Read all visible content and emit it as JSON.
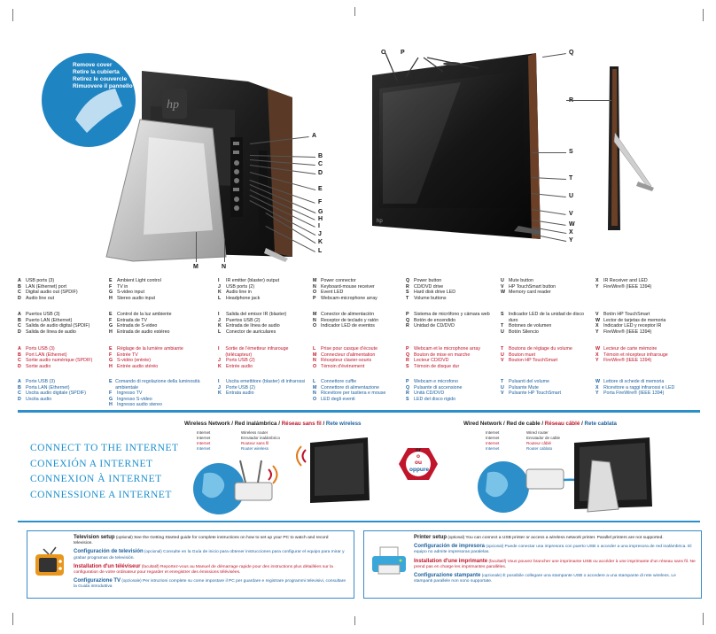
{
  "cover_banner": [
    "Remove cover",
    "Retire la cubierta",
    "Retirez le couvercle",
    "Rimuovere il pannello"
  ],
  "left_callouts": [
    "A",
    "B",
    "C",
    "D",
    "E",
    "F",
    "G",
    "H",
    "I",
    "J",
    "K",
    "L"
  ],
  "bottom_callouts": [
    "M",
    "N"
  ],
  "right_callouts": [
    "O",
    "P",
    "Q",
    "R",
    "S",
    "T",
    "U",
    "V",
    "W",
    "X",
    "Y"
  ],
  "legend": {
    "english": [
      [
        [
          "A",
          "USB ports (3)"
        ],
        [
          "B",
          "LAN (Ethernet) port"
        ],
        [
          "C",
          "Digital audio out (SPDIF)"
        ],
        [
          "D",
          "Audio line out"
        ]
      ],
      [
        [
          "E",
          "Ambient Light control"
        ],
        [
          "F",
          "TV in"
        ],
        [
          "G",
          "S-video input"
        ],
        [
          "H",
          "Stereo audio input"
        ]
      ],
      [
        [
          "I",
          "IR emitter (blaster) output"
        ],
        [
          "J",
          "USB ports (2)"
        ],
        [
          "K",
          "Audio line in"
        ],
        [
          "L",
          "Headphone jack"
        ]
      ],
      [
        [
          "M",
          "Power connector"
        ],
        [
          "N",
          "Keyboard-mouse receiver"
        ],
        [
          "O",
          "Event LED"
        ],
        [
          "P",
          "Webcam-microphone array"
        ]
      ],
      [
        [
          "Q",
          "Power button"
        ],
        [
          "R",
          "CD/DVD drive"
        ],
        [
          "S",
          "Hard disk drive LED"
        ],
        [
          "T",
          "Volume buttons"
        ]
      ],
      [
        [
          "U",
          "Mute button"
        ],
        [
          "V",
          "HP TouchSmart button"
        ],
        [
          "W",
          "Memory card reader"
        ]
      ],
      [
        [
          "X",
          "IR Receiver and LED"
        ],
        [
          "Y",
          "FireWire® (IEEE 1394)"
        ]
      ]
    ],
    "spanish": [
      [
        [
          "A",
          "Puertos USB (3)"
        ],
        [
          "B",
          "Puerto LAN (Ethernet)"
        ],
        [
          "C",
          "Salida de audio digital (SPDIF)"
        ],
        [
          "D",
          "Salida de línea de audio"
        ]
      ],
      [
        [
          "E",
          "Control de la luz ambiente"
        ],
        [
          "F",
          "Entrada de TV"
        ],
        [
          "G",
          "Entrada de S-video"
        ],
        [
          "H",
          "Entrada de audio estéreo"
        ]
      ],
      [
        [
          "I",
          "Salida del emisor IR (blaster)"
        ],
        [
          "J",
          "Puertos USB (2)"
        ],
        [
          "K",
          "Entrada de línea de audio"
        ],
        [
          "L",
          "Conector de auriculares"
        ]
      ],
      [
        [
          "M",
          "Conector de alimentación"
        ],
        [
          "N",
          "Receptor de teclado y ratón"
        ],
        [
          "O",
          "Indicador LED de eventos"
        ]
      ],
      [
        [
          "P",
          "Sistema de micrófono y cámara web"
        ],
        [
          "Q",
          "Botón de encendido"
        ],
        [
          "R",
          "Unidad de CD/DVD"
        ]
      ],
      [
        [
          "S",
          "Indicador LED de la unidad de disco duro"
        ],
        [
          "T",
          "Botones de volumen"
        ],
        [
          "U",
          "Botón Silencio"
        ]
      ],
      [
        [
          "V",
          "Botón HP TouchSmart"
        ],
        [
          "W",
          "Lector de tarjetas de memoria"
        ],
        [
          "X",
          "Indicador LED y receptor IR"
        ],
        [
          "Y",
          "FireWire® (IEEE 1394)"
        ]
      ]
    ],
    "french": [
      [
        [
          "A",
          "Ports USB (3)"
        ],
        [
          "B",
          "Port LAN (Ethernet)"
        ],
        [
          "C",
          "Sortie audio numérique (SPDIF)"
        ],
        [
          "D",
          "Sortie audio"
        ]
      ],
      [
        [
          "E",
          "Réglage de la lumière ambiante"
        ],
        [
          "F",
          "Entrée TV"
        ],
        [
          "G",
          "S-vidéo (entrée)"
        ],
        [
          "H",
          "Entrée audio stéréo"
        ]
      ],
      [
        [
          "I",
          "Sortie de l'émetteur infrarouge (télécapteur)"
        ],
        [
          "J",
          "Ports USB (2)"
        ],
        [
          "K",
          "Entrée audio"
        ]
      ],
      [
        [
          "L",
          "Prise pour casque d'écoute"
        ],
        [
          "M",
          "Connecteur d'alimentation"
        ],
        [
          "N",
          "Récepteur clavier-souris"
        ],
        [
          "O",
          "Témoin d'événement"
        ]
      ],
      [
        [
          "P",
          "Webcam et le microphone array"
        ],
        [
          "Q",
          "Bouton de mise en marche"
        ],
        [
          "R",
          "Lecteur CD/DVD"
        ],
        [
          "S",
          "Témoin de disque dur"
        ]
      ],
      [
        [
          "T",
          "Boutons de réglage du volume"
        ],
        [
          "U",
          "Bouton muet"
        ],
        [
          "V",
          "Bouton HP TouchSmart"
        ]
      ],
      [
        [
          "W",
          "Lecteur de carte mémoire"
        ],
        [
          "X",
          "Témoin et récepteur infrarouge"
        ],
        [
          "Y",
          "FireWire® (IEEE 1394)"
        ]
      ]
    ],
    "italian": [
      [
        [
          "A",
          "Porte USB (3)"
        ],
        [
          "B",
          "Porta LAN (Ethernet)"
        ],
        [
          "C",
          "Uscita audio digitale (SPDIF)"
        ],
        [
          "D",
          "Uscita audio"
        ]
      ],
      [
        [
          "E",
          "Comando di regolazione della luminosità ambientale"
        ],
        [
          "F",
          "Ingresso TV"
        ],
        [
          "G",
          "Ingresso S-video"
        ],
        [
          "H",
          "Ingresso audio stereo"
        ]
      ],
      [
        [
          "I",
          "Uscita emettitore (blaster) di infrarossi"
        ],
        [
          "J",
          "Porte USB (2)"
        ],
        [
          "K",
          "Entrata audio"
        ]
      ],
      [
        [
          "L",
          "Connettore cuffie"
        ],
        [
          "M",
          "Connettore di alimentazione"
        ],
        [
          "N",
          "Ricevitore per tastiera e mouse"
        ],
        [
          "O",
          "LED degli eventi"
        ]
      ],
      [
        [
          "P",
          "Webcam e microfono"
        ],
        [
          "Q",
          "Pulsante di accensione"
        ],
        [
          "R",
          "Unità CD/DVD"
        ],
        [
          "S",
          "LED del disco rigido"
        ]
      ],
      [
        [
          "T",
          "Pulsanti del volume"
        ],
        [
          "U",
          "Pulsante Mute"
        ],
        [
          "V",
          "Pulsante HP TouchSmart"
        ]
      ],
      [
        [
          "W",
          "Lettore di schede di memoria"
        ],
        [
          "X",
          "Ricevitore a raggi infrarossi e LED"
        ],
        [
          "Y",
          "Porta FireWire® (IEEE 1394)"
        ]
      ]
    ]
  },
  "connect_title": [
    "CONNECT TO THE INTERNET",
    "CONEXIÓN A INTERNET",
    "CONNEXION À INTERNET",
    "CONNESSIONE A INTERNET"
  ],
  "wireless": {
    "heading": [
      "Wireless Network",
      "Red inalámbrica",
      "Réseau sans fil",
      "Rete wireless"
    ],
    "col1": [
      "Internet",
      "Internet",
      "Internet",
      "Internet"
    ],
    "col2": [
      "Wireless router",
      "Enrutador inalámbrico",
      "Routeur sans fil",
      "Router wireless"
    ]
  },
  "wired": {
    "heading": [
      "Wired Network",
      "Red de cable",
      "Réseau câblé",
      "Rete cablata"
    ],
    "col1": [
      "Internet",
      "Internet",
      "Internet",
      "Internet"
    ],
    "col2": [
      "Wired router",
      "Enrutador de cable",
      "Routeur câblé",
      "Router cablato"
    ]
  },
  "or_badge": [
    "or",
    "o",
    "ou",
    "oppure"
  ],
  "tv_panel": [
    {
      "title": "Television setup",
      "tag": "(optional)",
      "body": "See the Getting Started guide for complete instructions on how to set up your PC to watch and record television."
    },
    {
      "title": "Configuración de televisión",
      "tag": "(opcional)",
      "body": "Consulte en la Guía de inicio para obtener instrucciones para configurar el equipo para mirar y grabar programas de televisión."
    },
    {
      "title": "Installation d'un téléviseur",
      "tag": "(facultatif)",
      "body": "Reportez-vous au Manuel de démarrage rapide pour des instructions plus détaillées sur la configuration de votre ordinateur pour regarder et enregistrer des émissions télévisées."
    },
    {
      "title": "Configurazione TV",
      "tag": "(opzionale)",
      "body": "Per istruzioni complete su come impostare il PC per guardare e registrare programmi televisivi, consultare la Guida introduttiva"
    }
  ],
  "printer_panel": [
    {
      "title": "Printer setup",
      "tag": "(optional)",
      "body": "You can connect a USB printer or access a wireless network printer. Parallel printers are not supported."
    },
    {
      "title": "Configuración de impresora",
      "tag": "(opcional)",
      "body": "Puede conectar una impresora con puerto USB o acceder a una impresora de red inalámbrica. El equipo no admite impresoras paralelas."
    },
    {
      "title": "Installation d'une imprimante",
      "tag": "(facultatif)",
      "body": "Vous pouvez brancher une imprimante USB ou accéder à une imprimante d'un réseau sans fil. Ne prend pas en charge les imprimantes parallèles."
    },
    {
      "title": "Configurazione stampante",
      "tag": "(opzionale)",
      "body": "È possibile collegare una stampante USB o accedere a una stampante di rete wireless. Le stampanti parallele non sono supportate."
    }
  ],
  "colors": {
    "accent": "#2c8fc9",
    "red": "#c0152a",
    "blue": "#1b5f9e",
    "badge": "#c0152a"
  }
}
